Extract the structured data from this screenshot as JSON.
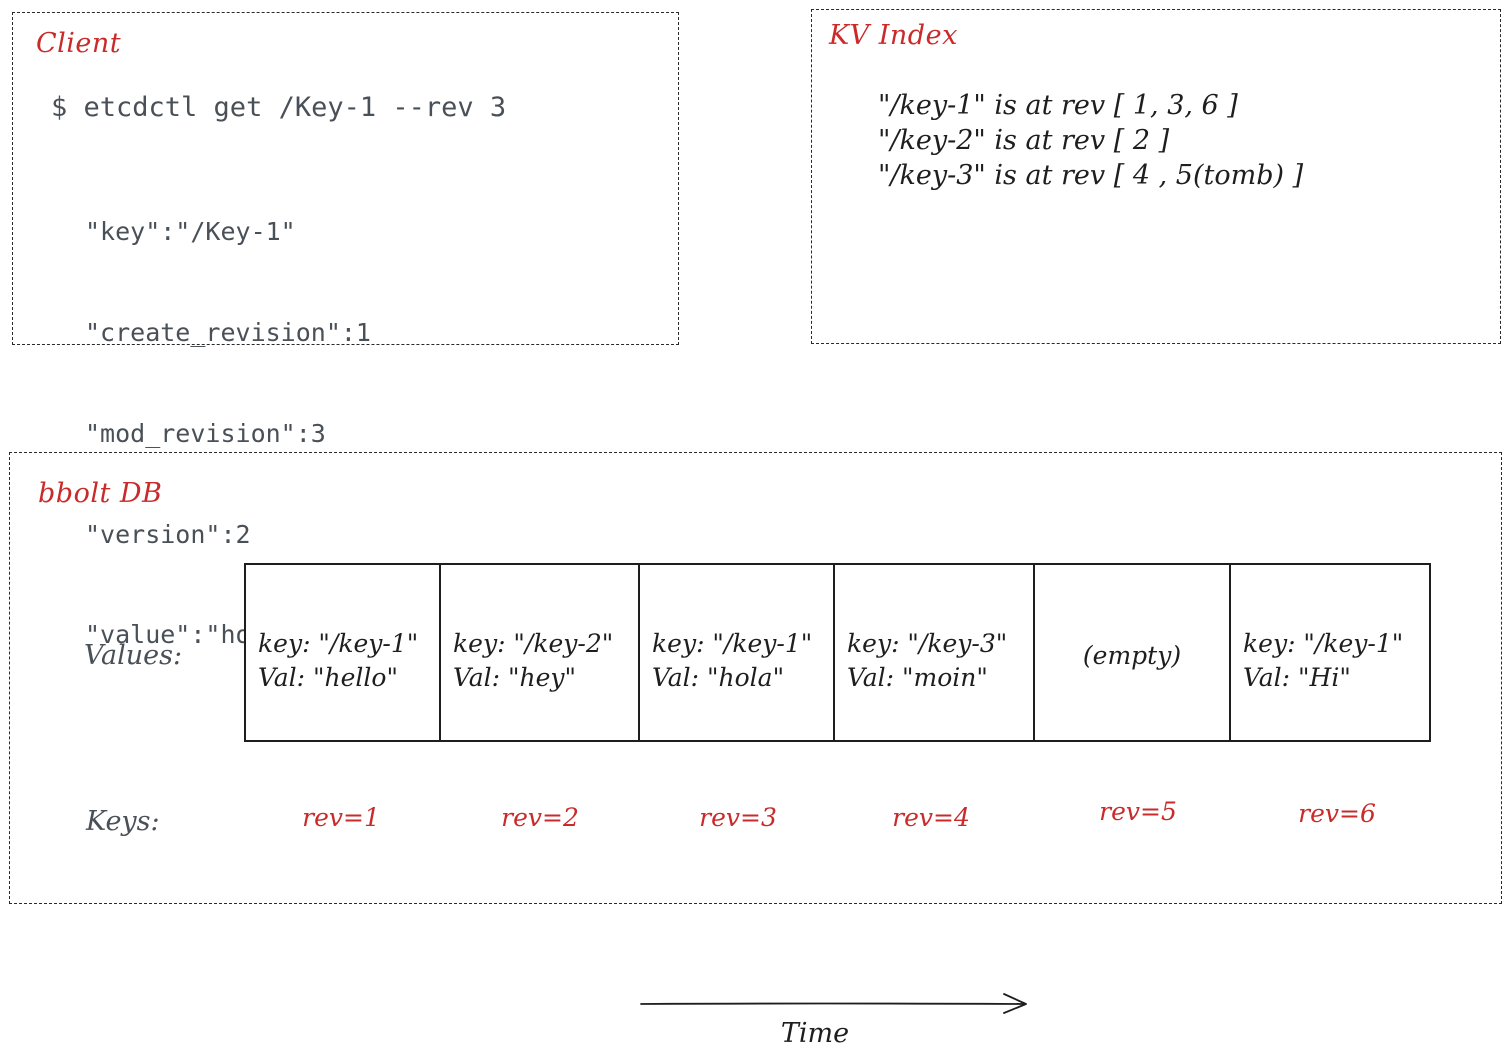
{
  "client": {
    "title": "Client",
    "command": "$ etcdctl get /Key-1 --rev 3",
    "fields": [
      "\"key\":\"/Key-1\"",
      "\"create_revision\":1",
      "\"mod_revision\":3",
      "\"version\":2",
      "\"value\":\"hola\""
    ]
  },
  "kv_index": {
    "title": "KV Index",
    "lines": [
      "\"/key-1\" is at rev [ 1, 3, 6 ]",
      "\"/key-2\" is at rev [ 2 ]",
      "\"/key-3\" is at rev [ 4 , 5(tomb) ]"
    ]
  },
  "bbolt_db": {
    "title": "bbolt DB",
    "values_label": "Values:",
    "keys_label": "Keys:",
    "cells": [
      {
        "text": "key: \"/key-1\"\nVal: \"hello\"",
        "rev": "rev=1"
      },
      {
        "text": "key: \"/key-2\"\nVal: \"hey\"",
        "rev": "rev=2"
      },
      {
        "text": "key: \"/key-1\"\nVal: \"hola\"",
        "rev": "rev=3"
      },
      {
        "text": "key: \"/key-3\"\nVal: \"moin\"",
        "rev": "rev=4"
      },
      {
        "text": "(empty)",
        "rev": "rev=5"
      },
      {
        "text": "key: \"/key-1\"\nVal: \"Hi\"",
        "rev": "rev=6"
      }
    ]
  },
  "timeline": {
    "label": "Time"
  },
  "colors": {
    "accent_red": "#c92a2a",
    "ink": "#1e1e1e",
    "muted": "#495057"
  }
}
